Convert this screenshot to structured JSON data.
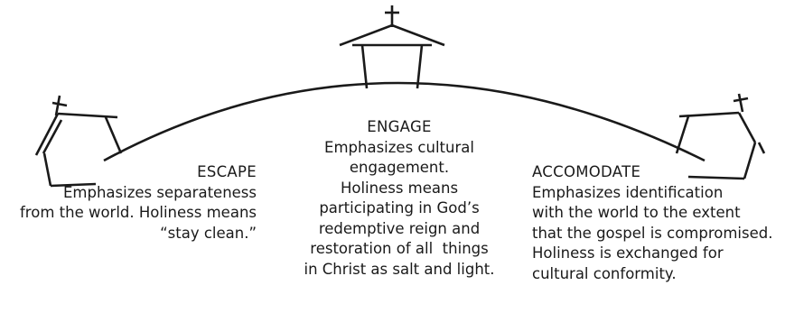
{
  "escape": {
    "heading": "ESCAPE",
    "lines": [
      "Emphasizes separateness",
      "from the world. Holiness means",
      "“stay clean.”"
    ]
  },
  "engage": {
    "heading": "ENGAGE",
    "lines": [
      "Emphasizes cultural",
      "engagement.",
      "Holiness means",
      "participating in God’s",
      "redemptive reign and",
      "restoration of all  things",
      "in Christ as salt and light."
    ]
  },
  "accomodate": {
    "heading": "ACCOMODATE",
    "lines": [
      "Emphasizes identification",
      "with the world to the extent",
      "that the gospel is compromised.",
      "Holiness is exchanged for",
      "cultural conformity."
    ]
  },
  "colors": {
    "ink": "#1a1a1a",
    "background": "#ffffff"
  }
}
